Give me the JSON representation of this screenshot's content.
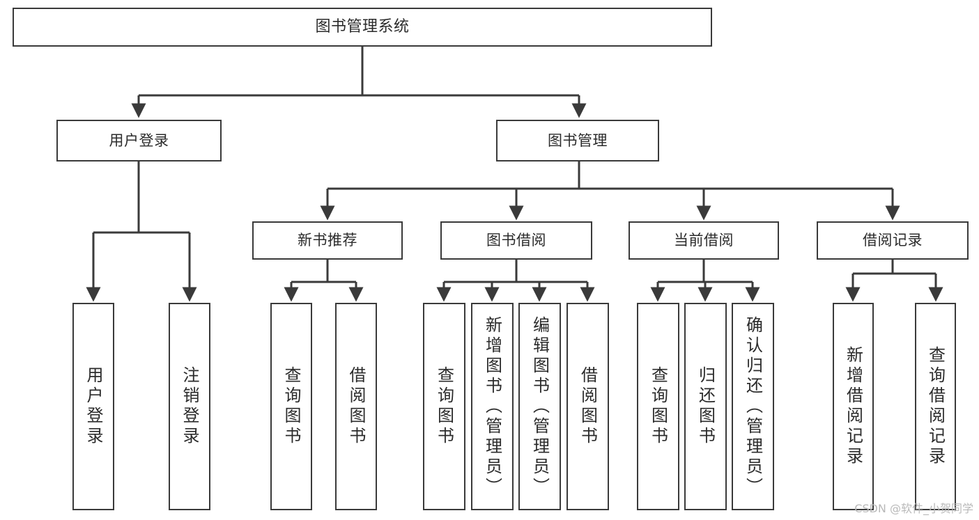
{
  "diagram": {
    "title": "图书管理系统",
    "watermark": "CSDN @软件_小贺同学",
    "colors": {
      "box_border": "#3a3a3a",
      "box_fill": "#ffffff",
      "edge": "#3a3a3a",
      "text": "#2b2b2b",
      "watermark": "#b9b9b9",
      "background": "#ffffff"
    },
    "nodes": {
      "root": {
        "label": "图书管理系统"
      },
      "level2": [
        {
          "id": "user-login",
          "label": "用户登录"
        },
        {
          "id": "book-manage",
          "label": "图书管理"
        }
      ],
      "level3": [
        {
          "id": "new-book-recommend",
          "label": "新书推荐"
        },
        {
          "id": "book-borrow",
          "label": "图书借阅"
        },
        {
          "id": "current-borrow",
          "label": "当前借阅"
        },
        {
          "id": "borrow-record",
          "label": "借阅记录"
        }
      ],
      "leaves": [
        {
          "id": "leaf-user-login",
          "parent": "user-login",
          "label": "用户登录"
        },
        {
          "id": "leaf-logout",
          "parent": "user-login",
          "label": "注销登录"
        },
        {
          "id": "leaf-query-book-1",
          "parent": "new-book-recommend",
          "label": "查询图书"
        },
        {
          "id": "leaf-borrow-book-1",
          "parent": "new-book-recommend",
          "label": "借阅图书"
        },
        {
          "id": "leaf-query-book-2",
          "parent": "book-borrow",
          "label": "查询图书"
        },
        {
          "id": "leaf-add-book",
          "parent": "book-borrow",
          "label": "新增图书（管理员）"
        },
        {
          "id": "leaf-edit-book",
          "parent": "book-borrow",
          "label": "编辑图书（管理员）"
        },
        {
          "id": "leaf-borrow-book-2",
          "parent": "book-borrow",
          "label": "借阅图书"
        },
        {
          "id": "leaf-query-book-3",
          "parent": "current-borrow",
          "label": "查询图书"
        },
        {
          "id": "leaf-return-book",
          "parent": "current-borrow",
          "label": "归还图书"
        },
        {
          "id": "leaf-confirm-return",
          "parent": "current-borrow",
          "label": "确认归还（管理员）"
        },
        {
          "id": "leaf-add-record",
          "parent": "borrow-record",
          "label": "新增借阅记录"
        },
        {
          "id": "leaf-query-record",
          "parent": "borrow-record",
          "label": "查询借阅记录"
        }
      ]
    }
  }
}
